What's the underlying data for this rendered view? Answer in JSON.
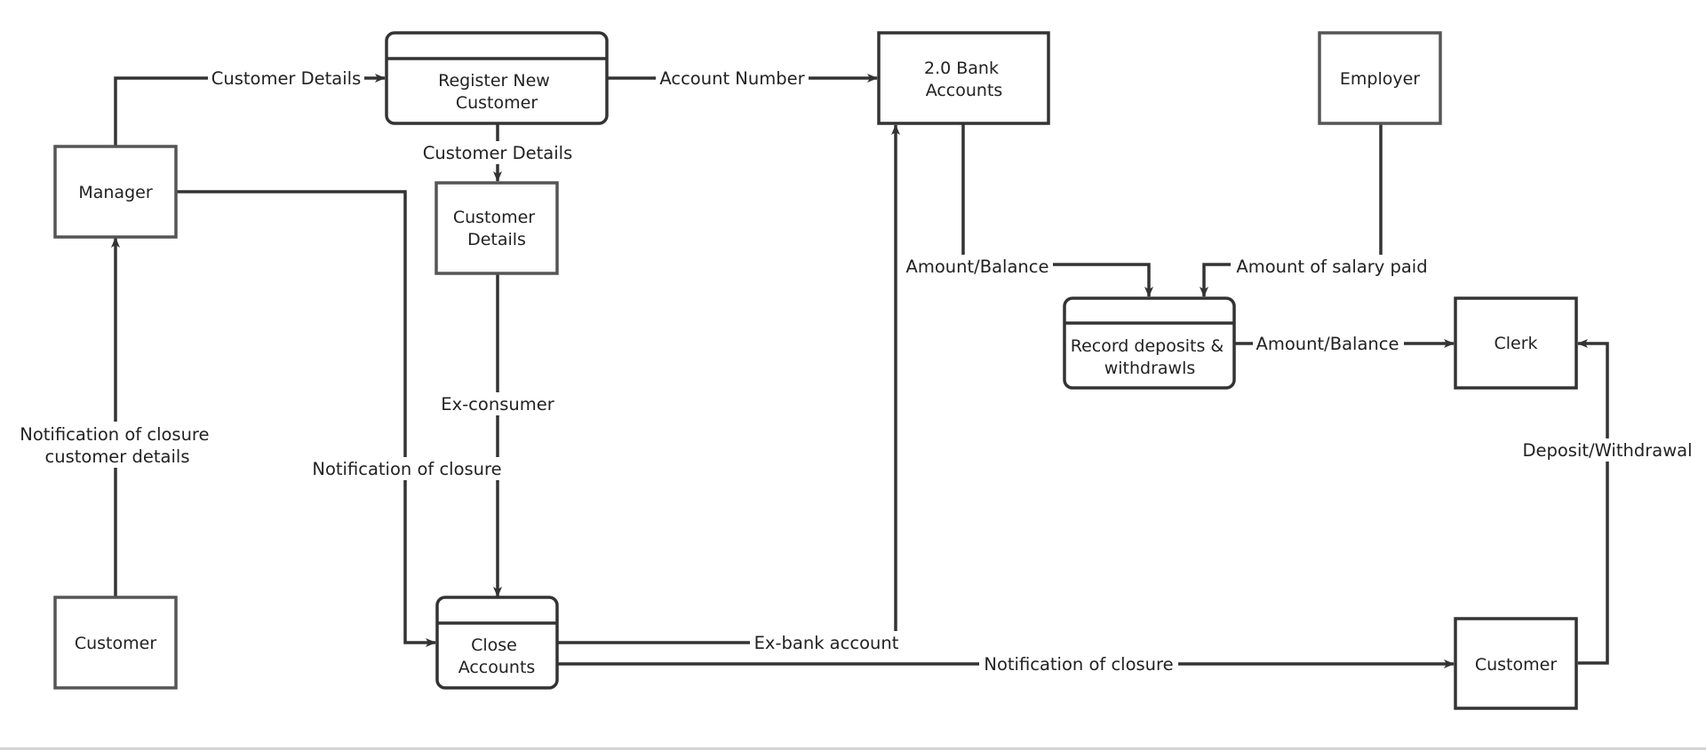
{
  "colors": {
    "stroke": "#333333",
    "entity_stroke": "#555555",
    "text": "#222222",
    "background": "#ffffff",
    "bottom_rule": "#d4d4d4"
  },
  "nodes": {
    "manager": {
      "kind": "external-entity",
      "lines": [
        "Manager"
      ]
    },
    "customer_left": {
      "kind": "external-entity",
      "lines": [
        "Customer"
      ]
    },
    "register_new_customer": {
      "kind": "process",
      "lines": [
        "Register New",
        "Customer"
      ]
    },
    "customer_details_store": {
      "kind": "data-store",
      "lines": [
        "Customer",
        "Details"
      ]
    },
    "close_accounts": {
      "kind": "process",
      "lines": [
        "Close",
        "Accounts"
      ]
    },
    "bank_accounts": {
      "kind": "data-store",
      "lines": [
        "2.0 Bank",
        "Accounts"
      ]
    },
    "employer": {
      "kind": "external-entity",
      "lines": [
        "Employer"
      ]
    },
    "record_deposits": {
      "kind": "process",
      "lines": [
        "Record deposits &",
        "withdrawls"
      ]
    },
    "clerk": {
      "kind": "external-entity",
      "lines": [
        "Clerk"
      ]
    },
    "customer_right": {
      "kind": "external-entity",
      "lines": [
        "Customer"
      ]
    }
  },
  "edges": {
    "manager_to_register": {
      "from": "manager",
      "to": "register_new_customer",
      "lines": [
        "Customer Details"
      ]
    },
    "register_to_bank": {
      "from": "register_new_customer",
      "to": "bank_accounts",
      "lines": [
        "Account Number"
      ]
    },
    "register_to_store": {
      "from": "register_new_customer",
      "to": "customer_details_store",
      "lines": [
        "Customer Details"
      ]
    },
    "customer_to_manager": {
      "from": "customer_left",
      "to": "manager",
      "lines": [
        "Notification of closure",
        "customer details"
      ]
    },
    "manager_to_close": {
      "from": "manager",
      "to": "close_accounts",
      "lines": [
        "Notification of closure"
      ]
    },
    "store_to_close": {
      "from": "customer_details_store",
      "to": "close_accounts",
      "lines": [
        "Ex-consumer"
      ]
    },
    "close_to_bank": {
      "from": "close_accounts",
      "to": "bank_accounts",
      "lines": [
        "Ex-bank account"
      ]
    },
    "close_to_customer": {
      "from": "close_accounts",
      "to": "customer_right",
      "lines": [
        "Notification of closure"
      ]
    },
    "bank_to_record": {
      "from": "bank_accounts",
      "to": "record_deposits",
      "lines": [
        "Amount/Balance"
      ]
    },
    "employer_to_record": {
      "from": "employer",
      "to": "record_deposits",
      "lines": [
        "Amount of salary paid"
      ]
    },
    "record_to_clerk": {
      "from": "record_deposits",
      "to": "clerk",
      "lines": [
        "Amount/Balance"
      ]
    },
    "customer_clerk": {
      "from": "customer_right",
      "to": "clerk",
      "lines": [
        "Deposit/Withdrawal"
      ]
    }
  }
}
